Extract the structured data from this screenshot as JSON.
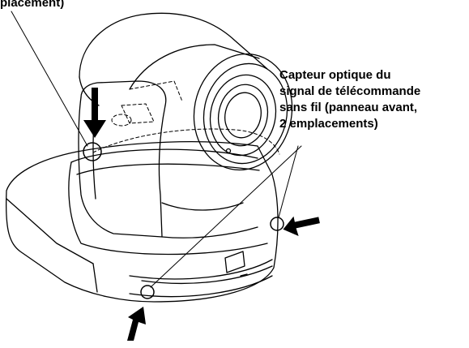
{
  "labels": {
    "top_left": "placement)",
    "right_lines": [
      "Capteur optique du",
      "signal de télécommande",
      "sans fil (panneau avant,",
      "2 emplacements)"
    ]
  },
  "colors": {
    "stroke": "#000000",
    "background": "#ffffff"
  },
  "icons": [
    "arrow-down-icon",
    "arrow-left-icon",
    "arrow-up-icon"
  ]
}
